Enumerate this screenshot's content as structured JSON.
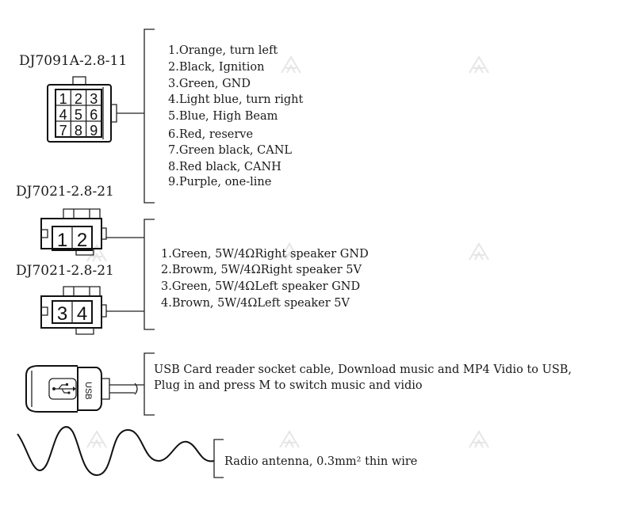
{
  "connector_a": {
    "title": "DJ7091A-2.8-11",
    "cells": [
      "1",
      "2",
      "3",
      "4",
      "5",
      "6",
      "7",
      "8",
      "9"
    ],
    "pins": [
      "1.Orange, turn left",
      "2.Black, Ignition",
      "3.Green, GND",
      "4.Light blue, turn right",
      "5.Blue, High Beam",
      "6.Red, reserve",
      "7.Green black, CANL",
      "8.Red black, CANH",
      "9.Purple, one-line"
    ]
  },
  "connector_b": {
    "title": "DJ7021-2.8-21",
    "cells": [
      "1",
      "2"
    ]
  },
  "connector_c": {
    "title": "DJ7021-2.8-21",
    "cells": [
      "3",
      "4"
    ]
  },
  "speaker_pins": [
    "1.Green, 5W/4ΩRight speaker GND",
    "2.Browm, 5W/4ΩRight speaker 5V",
    "3.Green, 5W/4ΩLeft speaker GND",
    "4.Brown, 5W/4ΩLeft speaker 5V"
  ],
  "usb": {
    "plug_label": "USB",
    "description_line1": "USB Card reader socket cable, Download music and MP4 Vidio to USB,",
    "description_line2": "Plug in and press M to switch music and vidio"
  },
  "antenna": {
    "description": "Radio antenna, 0.3mm²  thin wire"
  }
}
